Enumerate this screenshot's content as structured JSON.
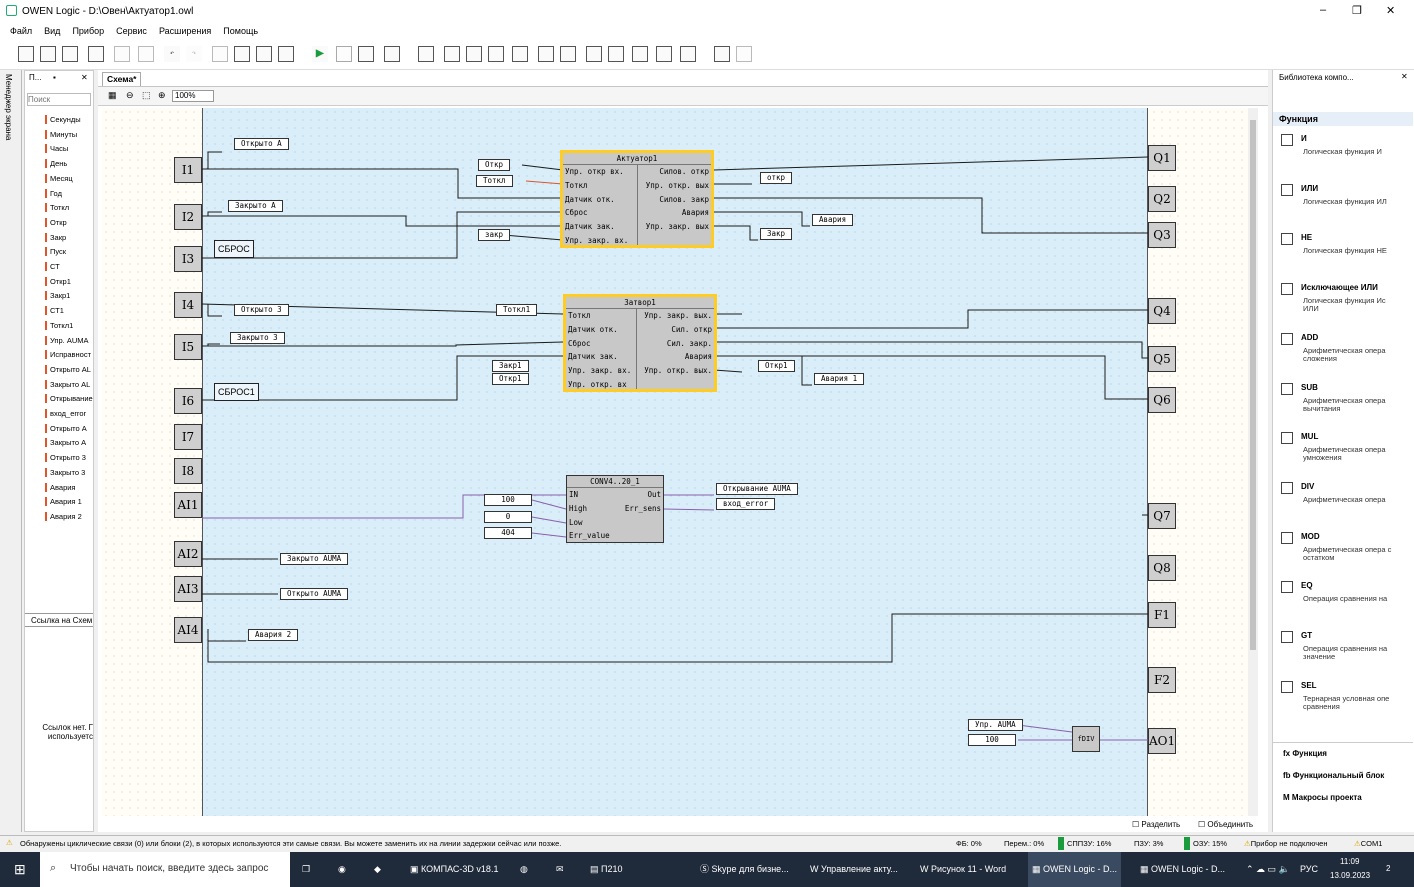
{
  "window": {
    "title": "OWEN Logic - D:\\Овен\\Актуатор1.owl",
    "min": "–",
    "max": "❐",
    "close": "✕"
  },
  "menu": [
    "Файл",
    "Вид",
    "Прибор",
    "Сервис",
    "Расширения",
    "Помощь"
  ],
  "left": {
    "strip_label": "Менеджер экрана",
    "header": "П...",
    "search_placeholder": "Поиск",
    "vars": [
      "Секунды",
      "Минуты",
      "Часы",
      "День",
      "Месяц",
      "Год",
      "Тоткл",
      "Откр",
      "Закр",
      "Пуск",
      "СТ",
      "Откр1",
      "Закр1",
      "СТ1",
      "Тоткл1",
      "Упр. AUMA",
      "Исправност",
      "Открыто AL",
      "Закрыто AL",
      "Открывание",
      "вход_error",
      "Открыто А",
      "Закрыто А",
      "Открыто 3",
      "Закрыто 3",
      "Авария",
      "Авария 1",
      "Авария 2"
    ],
    "link_header": "Ссылка на Схем",
    "link_note": "Ссылок нет. Г используетс"
  },
  "doc": {
    "tab": "Схема*",
    "zoom": "100%"
  },
  "inputs": [
    "I1",
    "I2",
    "I3",
    "I4",
    "I5",
    "I6",
    "I7",
    "I8",
    "AI1",
    "AI2",
    "AI3",
    "AI4"
  ],
  "outputs": [
    "Q1",
    "Q2",
    "Q3",
    "Q4",
    "Q5",
    "Q6",
    "Q7",
    "Q8",
    "F1",
    "F2",
    "AO1"
  ],
  "tags": {
    "t1": "Открыто А",
    "t2": "Закрыто А",
    "t3": "Открыто 3",
    "t4": "Закрыто 3",
    "t5": "Откр",
    "t6": "Тоткл",
    "t7": "закр",
    "t8": "откр",
    "t9": "Авария",
    "t10": "Закр",
    "t11": "Тоткл1",
    "t12": "Закр1",
    "t13": "Откр1",
    "t14": "Откр1",
    "t15": "Авария 1",
    "t16": "Открывание AUMA",
    "t17": "вход_error",
    "t18": "100",
    "t19": "0",
    "t20": "404",
    "t21": "Закрыто AUMA",
    "t22": "Открыто AUMA",
    "t23": "Авария 2",
    "t24": "Упр. AUMA",
    "t25": "100"
  },
  "labels": {
    "sbros": "СБРОС",
    "sbros1": "СБРОС1"
  },
  "blocks": {
    "b1": {
      "title": "Актуатор1",
      "in": [
        "Упр. откр вх.",
        "Тоткл",
        "Датчик отк.",
        "Сброс",
        "Датчик зак.",
        "Упр. закр. вх."
      ],
      "out": [
        "Силов. откр",
        "Упр. откр. вых",
        "Силов. закр",
        "Авария",
        "Упр. закр. вых"
      ]
    },
    "b2": {
      "title": "Затвор1",
      "in": [
        "Тоткл",
        "Датчик отк.",
        "Сброс",
        "Датчик зак.",
        "Упр. закр. вх.",
        "Упр. откр. вх"
      ],
      "out": [
        "Упр. закр. вых.",
        "Сил. откр",
        "Сил. закр.",
        "Авария",
        "Упр. откр. вых."
      ]
    },
    "b3": {
      "title": "CONV4..20_1",
      "in": [
        "IN",
        "High",
        "Low",
        "Err_value"
      ],
      "out": [
        "Out",
        "Err_sens"
      ]
    },
    "b4": {
      "title": "fDIV"
    }
  },
  "right": {
    "header": "Библиотека компо...",
    "section": "Функция",
    "items": [
      {
        "n": "И",
        "d": "Логическая функция И"
      },
      {
        "n": "ИЛИ",
        "d": "Логическая функция ИЛ"
      },
      {
        "n": "НЕ",
        "d": "Логическая функция НЕ"
      },
      {
        "n": "Исключающее ИЛИ",
        "d": "Логическая функция Ис ИЛИ"
      },
      {
        "n": "ADD",
        "d": "Арифметическая опера сложения"
      },
      {
        "n": "SUB",
        "d": "Арифметическая опера вычитания"
      },
      {
        "n": "MUL",
        "d": "Арифметическая опера умножения"
      },
      {
        "n": "DIV",
        "d": "Арифметическая опера"
      },
      {
        "n": "MOD",
        "d": "Арифметическая опера с остатком"
      },
      {
        "n": "EQ",
        "d": "Операция сравнения на"
      },
      {
        "n": "GT",
        "d": "Операция сравнения на значение"
      },
      {
        "n": "SEL",
        "d": "Тернарная условная опе сравнения"
      }
    ],
    "tabs": [
      "Функция",
      "Функциональный блок",
      "Макросы проекта"
    ]
  },
  "bottom": {
    "split": "Разделить",
    "merge": "Объединить"
  },
  "status": {
    "warning": "Обнаружены циклические связи (0) или блоки (2), в которых используются эти самые связи. Вы можете заменить их на линии задержки сейчас или позже.",
    "fb": "ФБ: 0%",
    "perem": "Перем.: 0%",
    "sppzu": "СППЗУ: 16%",
    "pzu": "ПЗУ: 3%",
    "ozu": "ОЗУ: 15%",
    "device": "Прибор не подключен",
    "com": "COM1"
  },
  "taskbar": {
    "search": "Чтобы начать поиск, введите здесь запрос",
    "apps": [
      "КОМПАС-3D v18.1",
      "П210",
      "Skype для бизне...",
      "Управление акту...",
      "Рисунок 11 - Word",
      "OWEN Logic - D...",
      "OWEN Logic - D..."
    ],
    "lang": "РУС",
    "time": "11:09",
    "date": "13.09.2023",
    "notif": "2"
  }
}
